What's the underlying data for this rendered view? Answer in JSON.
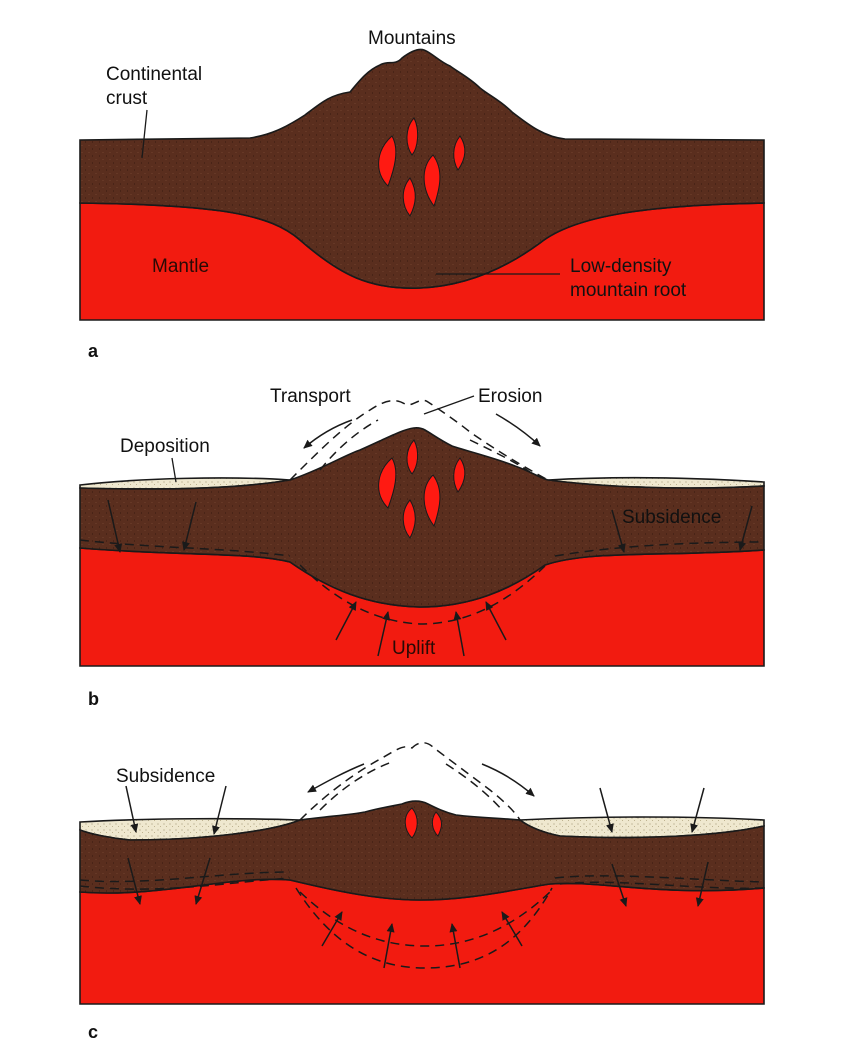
{
  "colors": {
    "crust": "#5a2e1e",
    "mantle": "#f21b10",
    "sediment": "#efe8cf",
    "magma": "#ff1a12",
    "line": "#1a1a1a"
  },
  "panel_a": {
    "letter": "a",
    "labels": {
      "mountains": "Mountains",
      "continental_crust_line1": "Continental",
      "continental_crust_line2": "crust",
      "mantle": "Mantle",
      "root_line1": "Low-density",
      "root_line2": "mountain root"
    }
  },
  "panel_b": {
    "letter": "b",
    "labels": {
      "transport": "Transport",
      "erosion": "Erosion",
      "deposition": "Deposition",
      "subsidence": "Subsidence",
      "uplift": "Uplift"
    }
  },
  "panel_c": {
    "letter": "c",
    "labels": {
      "subsidence": "Subsidence"
    }
  }
}
